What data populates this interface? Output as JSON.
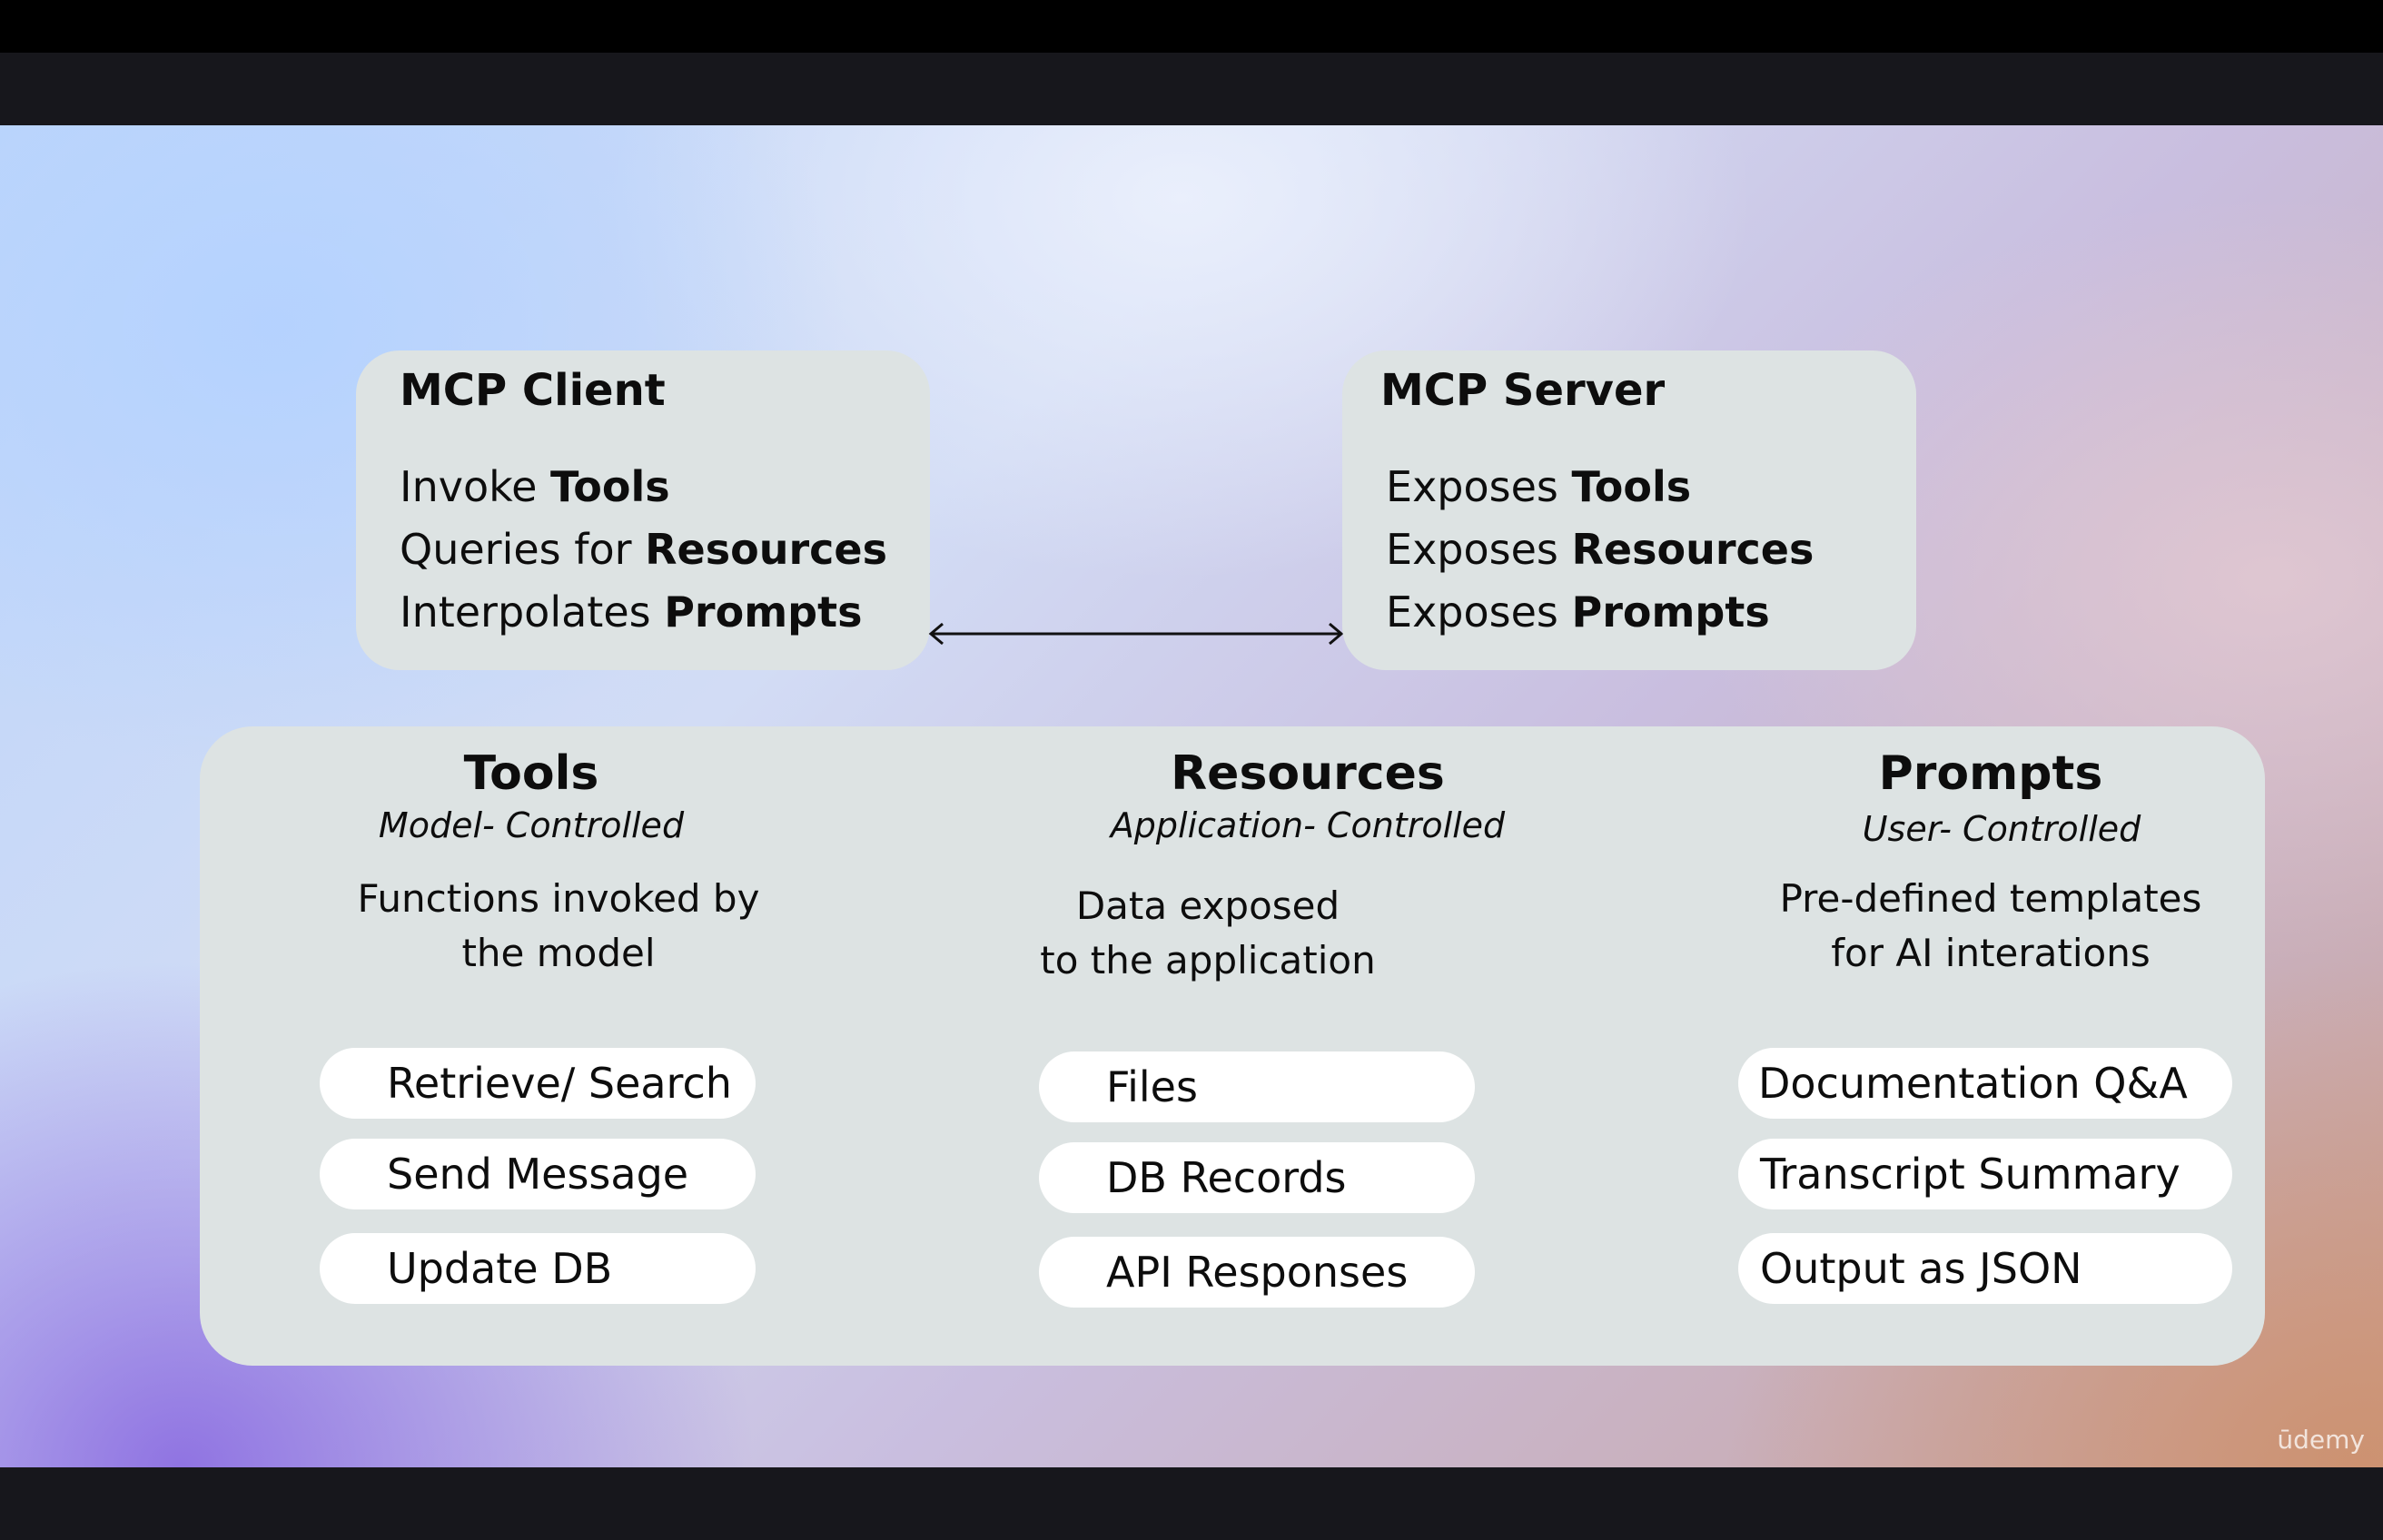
{
  "client": {
    "title": "MCP Client",
    "lines": [
      {
        "prefix": "Invoke ",
        "bold": "Tools"
      },
      {
        "prefix": "Queries for ",
        "bold": "Resources"
      },
      {
        "prefix": "Interpolates ",
        "bold": "Prompts"
      }
    ]
  },
  "server": {
    "title": "MCP Server",
    "lines": [
      {
        "prefix": "Exposes ",
        "bold": "Tools"
      },
      {
        "prefix": "Exposes ",
        "bold": "Resources"
      },
      {
        "prefix": "Exposes ",
        "bold": "Prompts"
      }
    ]
  },
  "primitives": {
    "tools": {
      "title": "Tools",
      "subtitle": "Model- Controlled",
      "description": [
        "Functions invoked by",
        "the model"
      ],
      "items": [
        "Retrieve/ Search",
        "Send Message",
        "Update DB"
      ]
    },
    "resources": {
      "title": "Resources",
      "subtitle": "Application- Controlled",
      "description": [
        "Data exposed",
        "to the application"
      ],
      "items": [
        "Files",
        "DB Records",
        "API Responses"
      ]
    },
    "prompts": {
      "title": "Prompts",
      "subtitle": "User- Controlled",
      "description": [
        "Pre-defined templates",
        "for AI interations"
      ],
      "items": [
        "Documentation Q&A",
        "Transcript Summary",
        "Output as JSON"
      ]
    }
  },
  "watermark": "ūdemy",
  "colors": {
    "card": "#dde3e3",
    "pill": "#ffffff",
    "letterbox": "#17171c"
  }
}
